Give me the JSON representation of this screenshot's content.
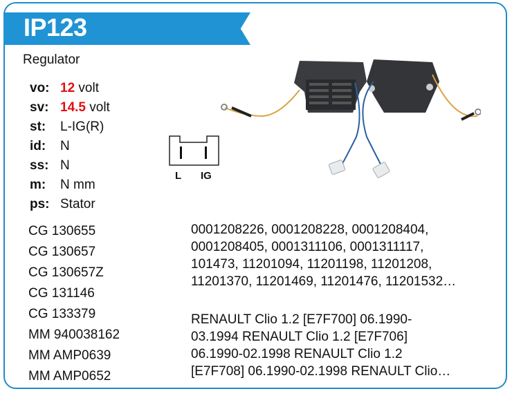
{
  "header": {
    "title": "IP123"
  },
  "product_type": "Regulator",
  "specs": [
    {
      "key": "vo:",
      "value": "12",
      "unit": " volt"
    },
    {
      "key": "sv:",
      "value": "14.5",
      "unit": " volt"
    },
    {
      "key": "st:",
      "value": "L-IG(R)"
    },
    {
      "key": "id:",
      "value": "N"
    },
    {
      "key": "ss:",
      "value": "N"
    },
    {
      "key": "m:",
      "value": "N mm"
    },
    {
      "key": "ps:",
      "value": "Stator"
    }
  ],
  "connector": {
    "pins": [
      "L",
      "IG"
    ]
  },
  "cross_codes": [
    "CG 130655",
    "CG 130657",
    "CG 130657Z",
    "CG 131146",
    "CG 133379",
    "MM 940038162",
    "MM AMP0639",
    "MM AMP0652"
  ],
  "oem_numbers": [
    "0001208226, 0001208228, 0001208404,",
    "0001208405, 0001311106, 0001311117,",
    "101473, 11201094, 11201198, 11201208,",
    "11201370, 11201469, 11201476, 11201532…"
  ],
  "applications": [
    "RENAULT Clio 1.2 [E7F700] 06.1990-",
    "03.1994 RENAULT Clio 1.2 [E7F706]",
    "06.1990-02.1998 RENAULT Clio 1.2",
    "[E7F708] 06.1990-02.1998 RENAULT Clio…"
  ],
  "colors": {
    "accent": "#1f93d4",
    "highlight": "#e01010"
  }
}
